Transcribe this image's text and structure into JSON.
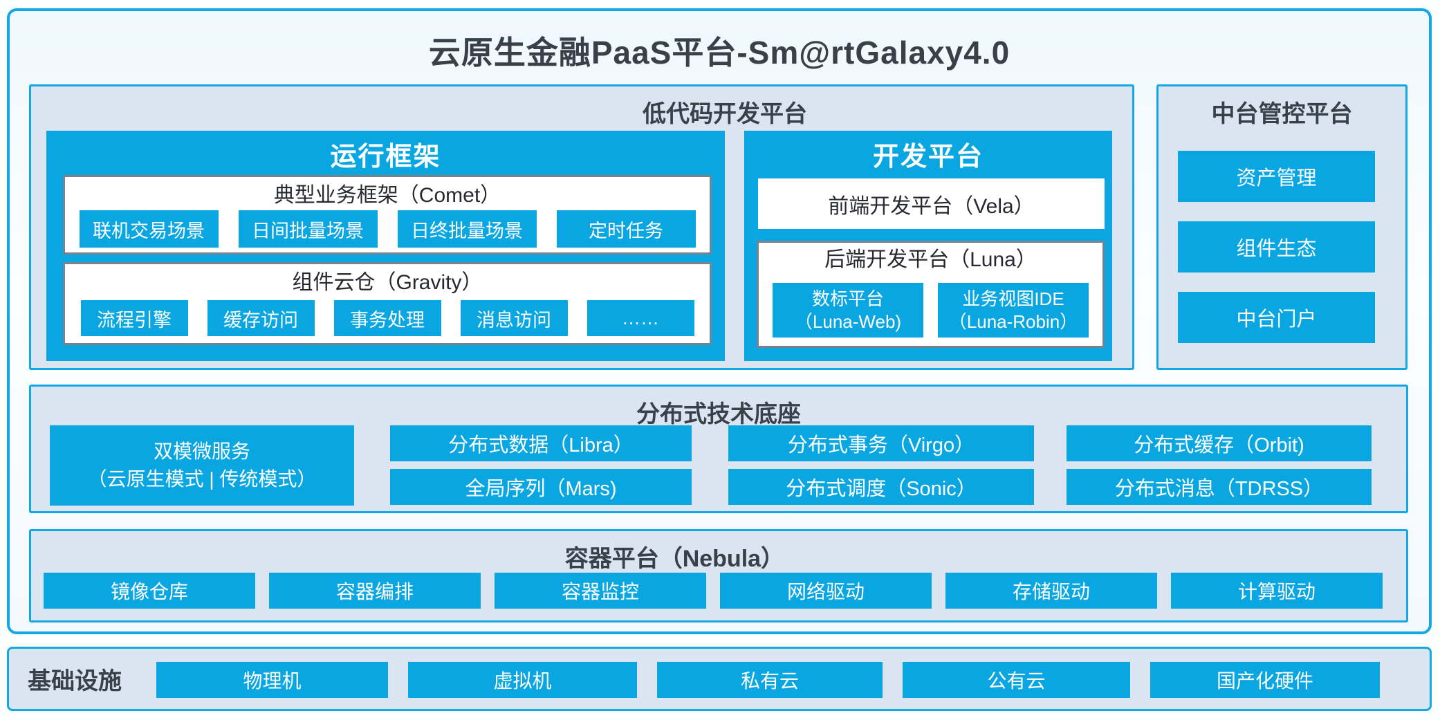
{
  "page_title": "云原生金融PaaS平台-Sm@rtGalaxy4.0",
  "colors": {
    "accent_blue": "#0aa6e2",
    "panel_background": "#dbe5f2",
    "border_blue": "#12a8e4",
    "gray_border": "#79838f",
    "dark_text": "#3a4048"
  },
  "low_code": {
    "title": "低代码开发平台",
    "run_framework": {
      "title": "运行框架",
      "comet": {
        "title": "典型业务框架（Comet）",
        "items": [
          "联机交易场景",
          "日间批量场景",
          "日终批量场景",
          "定时任务"
        ]
      },
      "gravity": {
        "title": "组件云仓（Gravity）",
        "items": [
          "流程引擎",
          "缓存访问",
          "事务处理",
          "消息访问",
          "……"
        ]
      }
    },
    "dev_platform": {
      "title": "开发平台",
      "vela_label": "前端开发平台（Vela）",
      "luna": {
        "title": "后端开发平台（Luna）",
        "items": [
          {
            "line1": "数标平台",
            "line2": "（Luna-Web)"
          },
          {
            "line1": "业务视图IDE",
            "line2": "（Luna-Robin）"
          }
        ]
      }
    }
  },
  "mid_console": {
    "title": "中台管控平台",
    "items": [
      "资产管理",
      "组件生态",
      "中台门户"
    ]
  },
  "distributed": {
    "title": "分布式技术底座",
    "dual_mode": {
      "line1": "双模微服务",
      "line2": "（云原生模式 | 传统模式）"
    },
    "columns": [
      {
        "top": "分布式数据（Libra）",
        "bottom": "全局序列（Mars)"
      },
      {
        "top": "分布式事务（Virgo）",
        "bottom": "分布式调度（Sonic）"
      },
      {
        "top": "分布式缓存（Orbit)",
        "bottom": "分布式消息（TDRSS）"
      }
    ]
  },
  "nebula": {
    "title": "容器平台（Nebula）",
    "items": [
      "镜像仓库",
      "容器编排",
      "容器监控",
      "网络驱动",
      "存储驱动",
      "计算驱动"
    ]
  },
  "infrastructure": {
    "label": "基础设施",
    "items": [
      "物理机",
      "虚拟机",
      "私有云",
      "公有云",
      "国产化硬件"
    ]
  }
}
